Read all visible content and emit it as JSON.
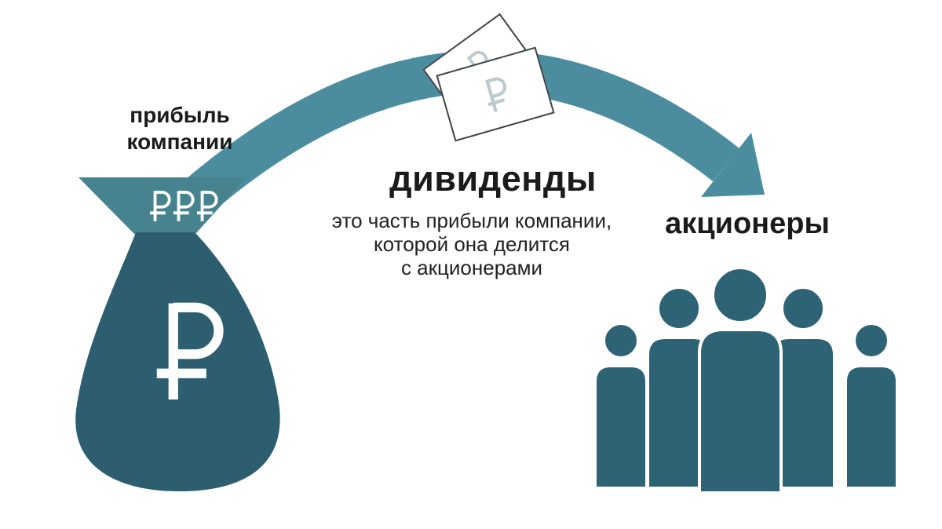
{
  "profit_label": {
    "line1": "прибыль",
    "line2": "компании"
  },
  "money_bag": {
    "funnel_symbols": "₽₽₽",
    "symbol": "₽"
  },
  "banknotes": {
    "symbol": "₽"
  },
  "center": {
    "title": "дивиденды",
    "description": {
      "line1": "это часть прибыли компании,",
      "line2": "которой она делится",
      "line3": "с акционерами"
    }
  },
  "shareholders": {
    "label": "акционеры"
  },
  "colors": {
    "background": "#ffffff",
    "arc": "#4b8d9f",
    "funnel": "#47828f",
    "bag": "#2c5e6f",
    "people": "#2e6376",
    "text_dark": "#1b1b1b",
    "note_border": "#3f4447",
    "note_symbol": "#bcc9cf"
  }
}
